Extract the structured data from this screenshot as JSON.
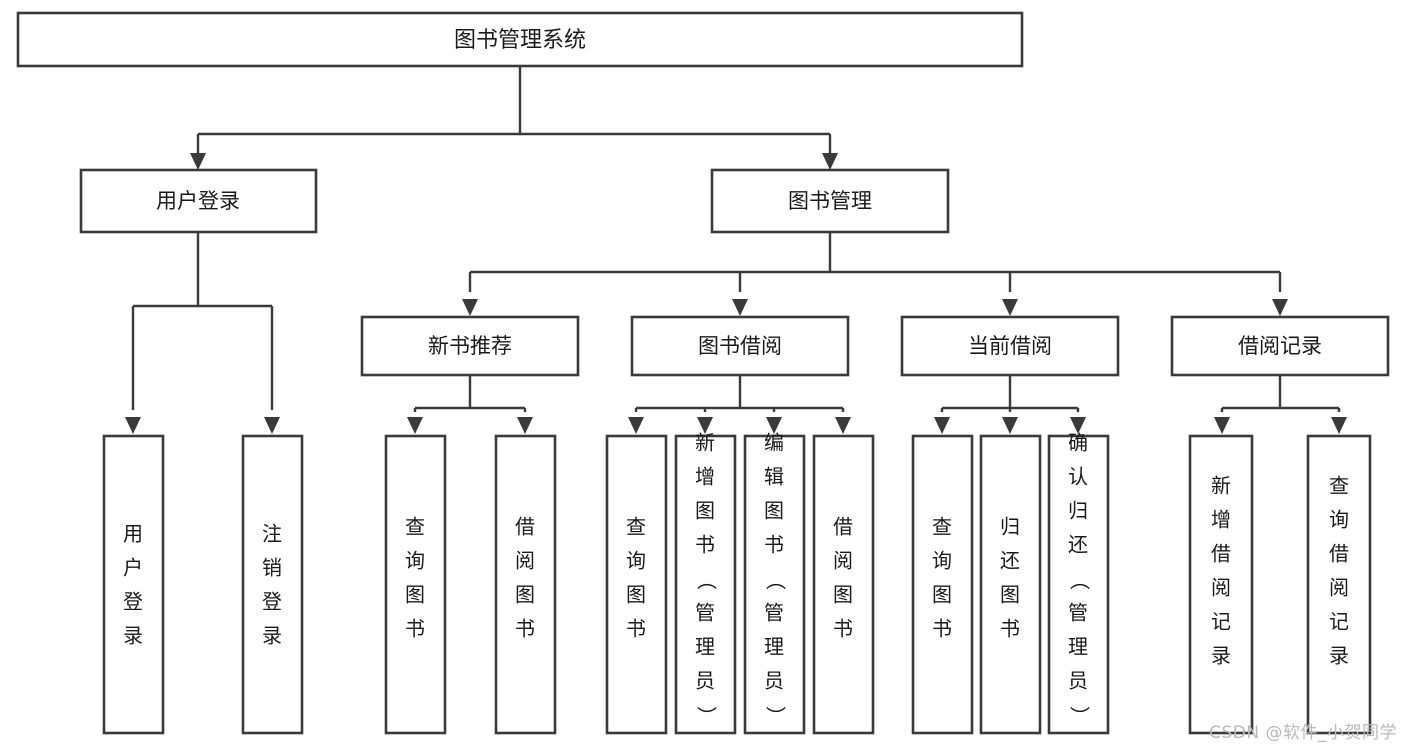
{
  "diagram": {
    "title": "图书管理系统",
    "watermark": "CSDN @软件_小贺同学",
    "type": "tree",
    "orientation": "top-down",
    "line_color": "#3a3a3a",
    "box_fill": "#ffffff",
    "text_color": "#1a1a1a",
    "watermark_color": "#b9b9b9",
    "levels": 4,
    "nodes": {
      "root": {
        "label": "图书管理系统",
        "level": 0
      },
      "l1": [
        {
          "label": "用户登录",
          "level": 1
        },
        {
          "label": "图书管理",
          "level": 1
        }
      ],
      "l2": [
        {
          "label": "新书推荐",
          "level": 2,
          "parent": "图书管理"
        },
        {
          "label": "图书借阅",
          "level": 2,
          "parent": "图书管理"
        },
        {
          "label": "当前借阅",
          "level": 2,
          "parent": "图书管理"
        },
        {
          "label": "借阅记录",
          "level": 2,
          "parent": "图书管理"
        }
      ],
      "leaves": {
        "user_login": [
          {
            "label": "用户登录",
            "parent": "用户登录"
          },
          {
            "label": "注销登录",
            "parent": "用户登录"
          }
        ],
        "new_book": [
          {
            "label": "查询图书",
            "parent": "新书推荐"
          },
          {
            "label": "借阅图书",
            "parent": "新书推荐"
          }
        ],
        "book_borrow": [
          {
            "label": "查询图书",
            "parent": "图书借阅"
          },
          {
            "label": "新增图书（管理员）",
            "parent": "图书借阅"
          },
          {
            "label": "编辑图书（管理员）",
            "parent": "图书借阅"
          },
          {
            "label": "借阅图书",
            "parent": "图书借阅"
          }
        ],
        "current_borrow": [
          {
            "label": "查询图书",
            "parent": "当前借阅"
          },
          {
            "label": "归还图书",
            "parent": "当前借阅"
          },
          {
            "label": "确认归还（管理员）",
            "parent": "当前借阅"
          }
        ],
        "borrow_record": [
          {
            "label": "新增借阅记录",
            "parent": "借阅记录"
          },
          {
            "label": "查询借阅记录",
            "parent": "借阅记录"
          }
        ]
      }
    }
  }
}
